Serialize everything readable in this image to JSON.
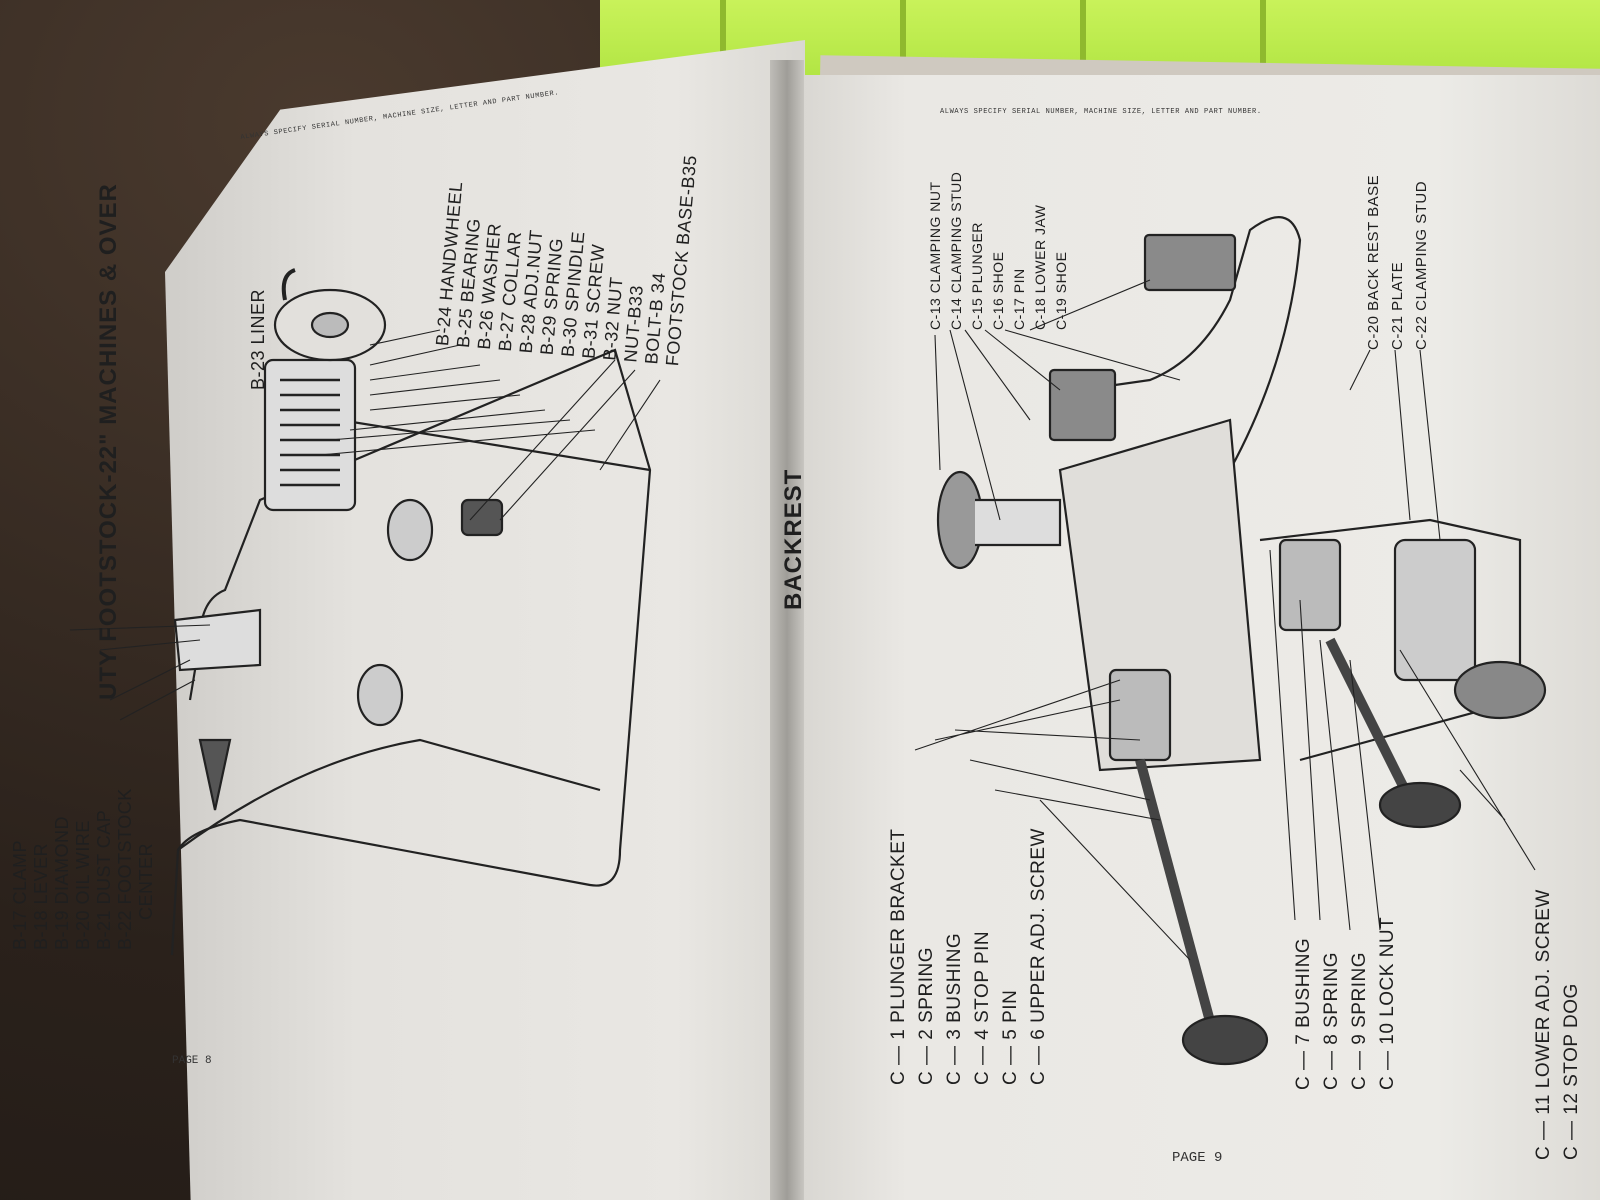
{
  "header_note": "ALWAYS SPECIFY SERIAL NUMBER, MACHINE SIZE, LETTER AND PART NUMBER.",
  "left_page": {
    "title": "UTY FOOTSTOCK-22\" MACHINES & OVER",
    "page_number": "PAGE 8",
    "parts_left": [
      "B-17 CLAMP",
      "B-18 LEVER",
      "B-19 DIAMOND",
      "B-20 OIL WIRE",
      "B-21 DUST CAP",
      "B-22 FOOTSTOCK",
      "CENTER"
    ],
    "liner": "B-23 LINER",
    "parts_top": [
      "B-24 HANDWHEEL",
      "B-25 BEARING",
      "B-26 WASHER",
      "B-27 COLLAR",
      "B-28 ADJ.NUT",
      "B-29 SPRING",
      "B-30 SPINDLE",
      "B-31 SCREW",
      "B-32 NUT",
      "NUT-B33",
      "BOLT-B 34",
      "FOOTSTOCK BASE-B35"
    ]
  },
  "right_page": {
    "title": "BACKREST",
    "page_number": "PAGE 9",
    "parts_top": [
      "C-13 CLAMPING NUT",
      "C-14 CLAMPING STUD",
      "C-15 PLUNGER",
      "C-16 SHOE",
      "C-17 PIN",
      "C-18 LOWER JAW",
      "C-19 SHOE"
    ],
    "parts_right": [
      "C-20 BACK REST BASE",
      "C-21 PLATE",
      "C-22 CLAMPING STUD"
    ],
    "parts_bottom_a": [
      "C — 1 PLUNGER BRACKET",
      "C — 2 SPRING",
      "C — 3 BUSHING",
      "C — 4 STOP PIN",
      "C — 5 PIN",
      "C — 6 UPPER ADJ. SCREW"
    ],
    "parts_bottom_b": [
      "C — 7 BUSHING",
      "C — 8 SPRING",
      "C — 9 SPRING",
      "C — 10 LOCK NUT"
    ],
    "parts_bottom_c": [
      "C — 11 LOWER ADJ. SCREW",
      "C — 12 STOP DOG"
    ]
  },
  "colors": {
    "paper": "#e8e6e2",
    "ink": "#1f1f1f",
    "tray": "#b7ea44"
  }
}
